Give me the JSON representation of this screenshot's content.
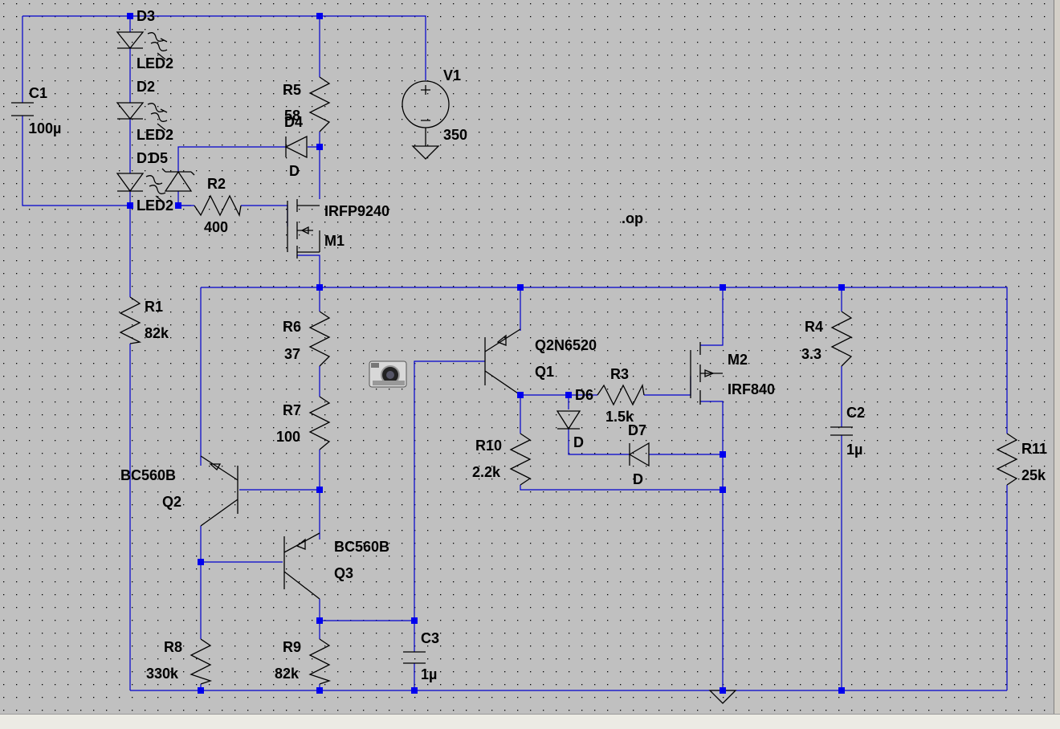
{
  "schematic": {
    "components": {
      "C1": {
        "ref": "C1",
        "value": "100µ"
      },
      "D3": {
        "ref": "D3",
        "value": "LED2"
      },
      "D2": {
        "ref": "D2",
        "value": "LED2"
      },
      "D1": {
        "ref": "D1",
        "value": "LED2"
      },
      "D5": {
        "ref": "D5"
      },
      "D4": {
        "ref": "D4",
        "value": "D"
      },
      "R5": {
        "ref": "R5",
        "value": "58"
      },
      "V1": {
        "ref": "V1",
        "value": "350"
      },
      "R2": {
        "ref": "R2",
        "value": "400"
      },
      "M1": {
        "ref": "M1",
        "value": "IRFP9240"
      },
      "R1": {
        "ref": "R1",
        "value": "82k"
      },
      "R6": {
        "ref": "R6",
        "value": "37"
      },
      "R7": {
        "ref": "R7",
        "value": "100"
      },
      "Q2": {
        "ref": "Q2",
        "value": "BC560B"
      },
      "Q3": {
        "ref": "Q3",
        "value": "BC560B"
      },
      "R8": {
        "ref": "R8",
        "value": "330k"
      },
      "R9": {
        "ref": "R9",
        "value": "82k"
      },
      "C3": {
        "ref": "C3",
        "value": "1µ"
      },
      "Q1": {
        "ref": "Q1",
        "value": "Q2N6520"
      },
      "R3": {
        "ref": "R3",
        "value": "1.5k"
      },
      "D6": {
        "ref": "D6",
        "value": "D"
      },
      "D7": {
        "ref": "D7",
        "value": "D"
      },
      "R10": {
        "ref": "R10",
        "value": "2.2k"
      },
      "M2": {
        "ref": "M2",
        "value": "IRF840"
      },
      "R4": {
        "ref": "R4",
        "value": "3.3"
      },
      "C2": {
        "ref": "C2",
        "value": "1µ"
      },
      "R11": {
        "ref": "R11",
        "value": "25k"
      }
    },
    "directive": ".op",
    "colors": {
      "wire": "#0000cc",
      "junction": "#0000ee",
      "background": "#c0c0c0",
      "symbol": "#000000"
    },
    "icons": {
      "camera": "camera-icon",
      "ground": "ground-icon"
    }
  }
}
